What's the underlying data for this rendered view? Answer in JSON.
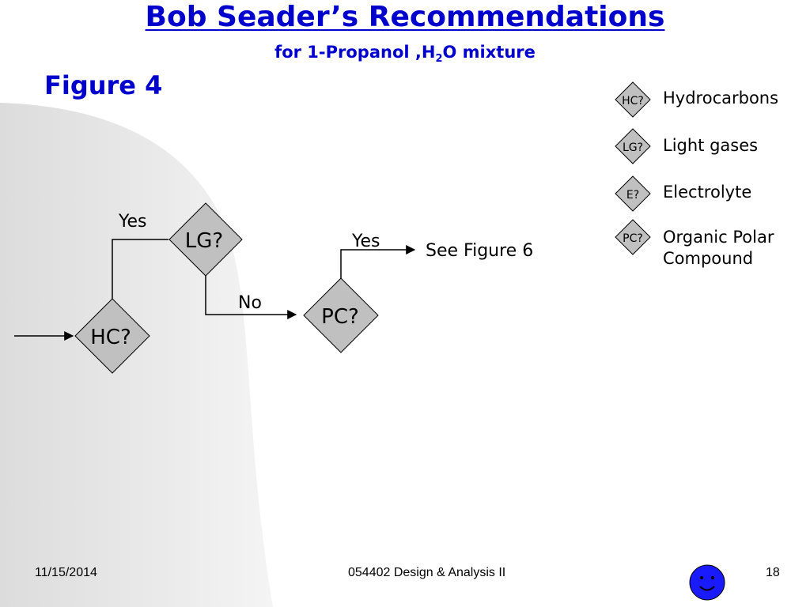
{
  "slide": {
    "title": "Bob Seader’s Recommendations",
    "subtitle_pre": "for 1-Propanol ,H",
    "subtitle_sub": "2",
    "subtitle_post": "O mixture",
    "figure_label": "Figure 4"
  },
  "flowchart": {
    "nodes": {
      "hc": "HC?",
      "lg": "LG?",
      "pc": "PC?"
    },
    "edges": {
      "hc_to_lg": "Yes",
      "lg_to_pc": "No",
      "pc_to_out": "Yes"
    },
    "output_text": "See Figure 6"
  },
  "legend": [
    {
      "symbol": "HC?",
      "label": "Hydrocarbons"
    },
    {
      "symbol": "LG?",
      "label": "Light gases"
    },
    {
      "symbol": "E?",
      "label": "Electrolyte"
    },
    {
      "symbol": "PC?",
      "label_line1": "Organic Polar",
      "label_line2": "Compound"
    }
  ],
  "footer": {
    "date": "11/15/2014",
    "course": "054402 Design & Analysis II",
    "page": "18"
  },
  "colors": {
    "title_blue": "#0000cc",
    "diamond_fill": "#c0c0c0",
    "smiley_blue": "#1a1aff"
  },
  "icons": {
    "footer_logo": "smiley-face-icon"
  }
}
